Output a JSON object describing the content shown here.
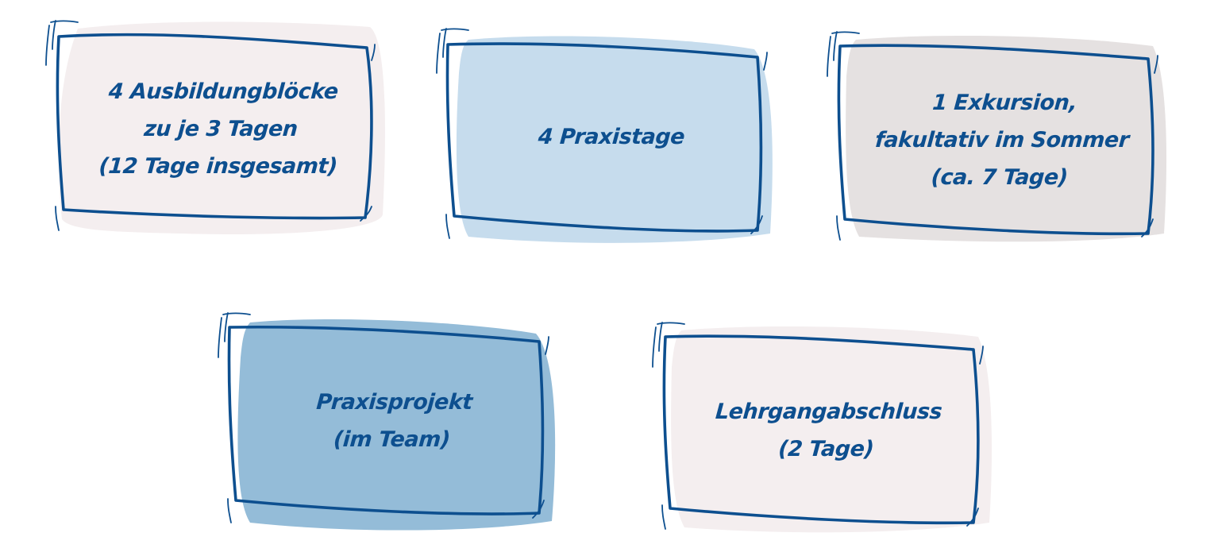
{
  "colors": {
    "text": "#0d4f8f",
    "stroke": "#0d4f8f",
    "fill_pink": "#f4eeef",
    "fill_light_blue": "#c6dced",
    "fill_grey": "#e5e1e1",
    "fill_mid_blue": "#94bcd8"
  },
  "cards": [
    {
      "fill": "pink",
      "lines": [
        "4 Ausbildungblöcke",
        "zu je 3 Tagen",
        "(12 Tage insgesamt)"
      ]
    },
    {
      "fill": "light_blue",
      "lines": [
        "4 Praxistage"
      ]
    },
    {
      "fill": "grey",
      "lines": [
        "1 Exkursion,",
        "fakultativ im Sommer",
        "(ca. 7 Tage)"
      ]
    },
    {
      "fill": "mid_blue",
      "lines": [
        "Praxisprojekt",
        "(im Team)"
      ]
    },
    {
      "fill": "pink",
      "lines": [
        "Lehrgangabschluss",
        "(2 Tage)"
      ]
    }
  ]
}
